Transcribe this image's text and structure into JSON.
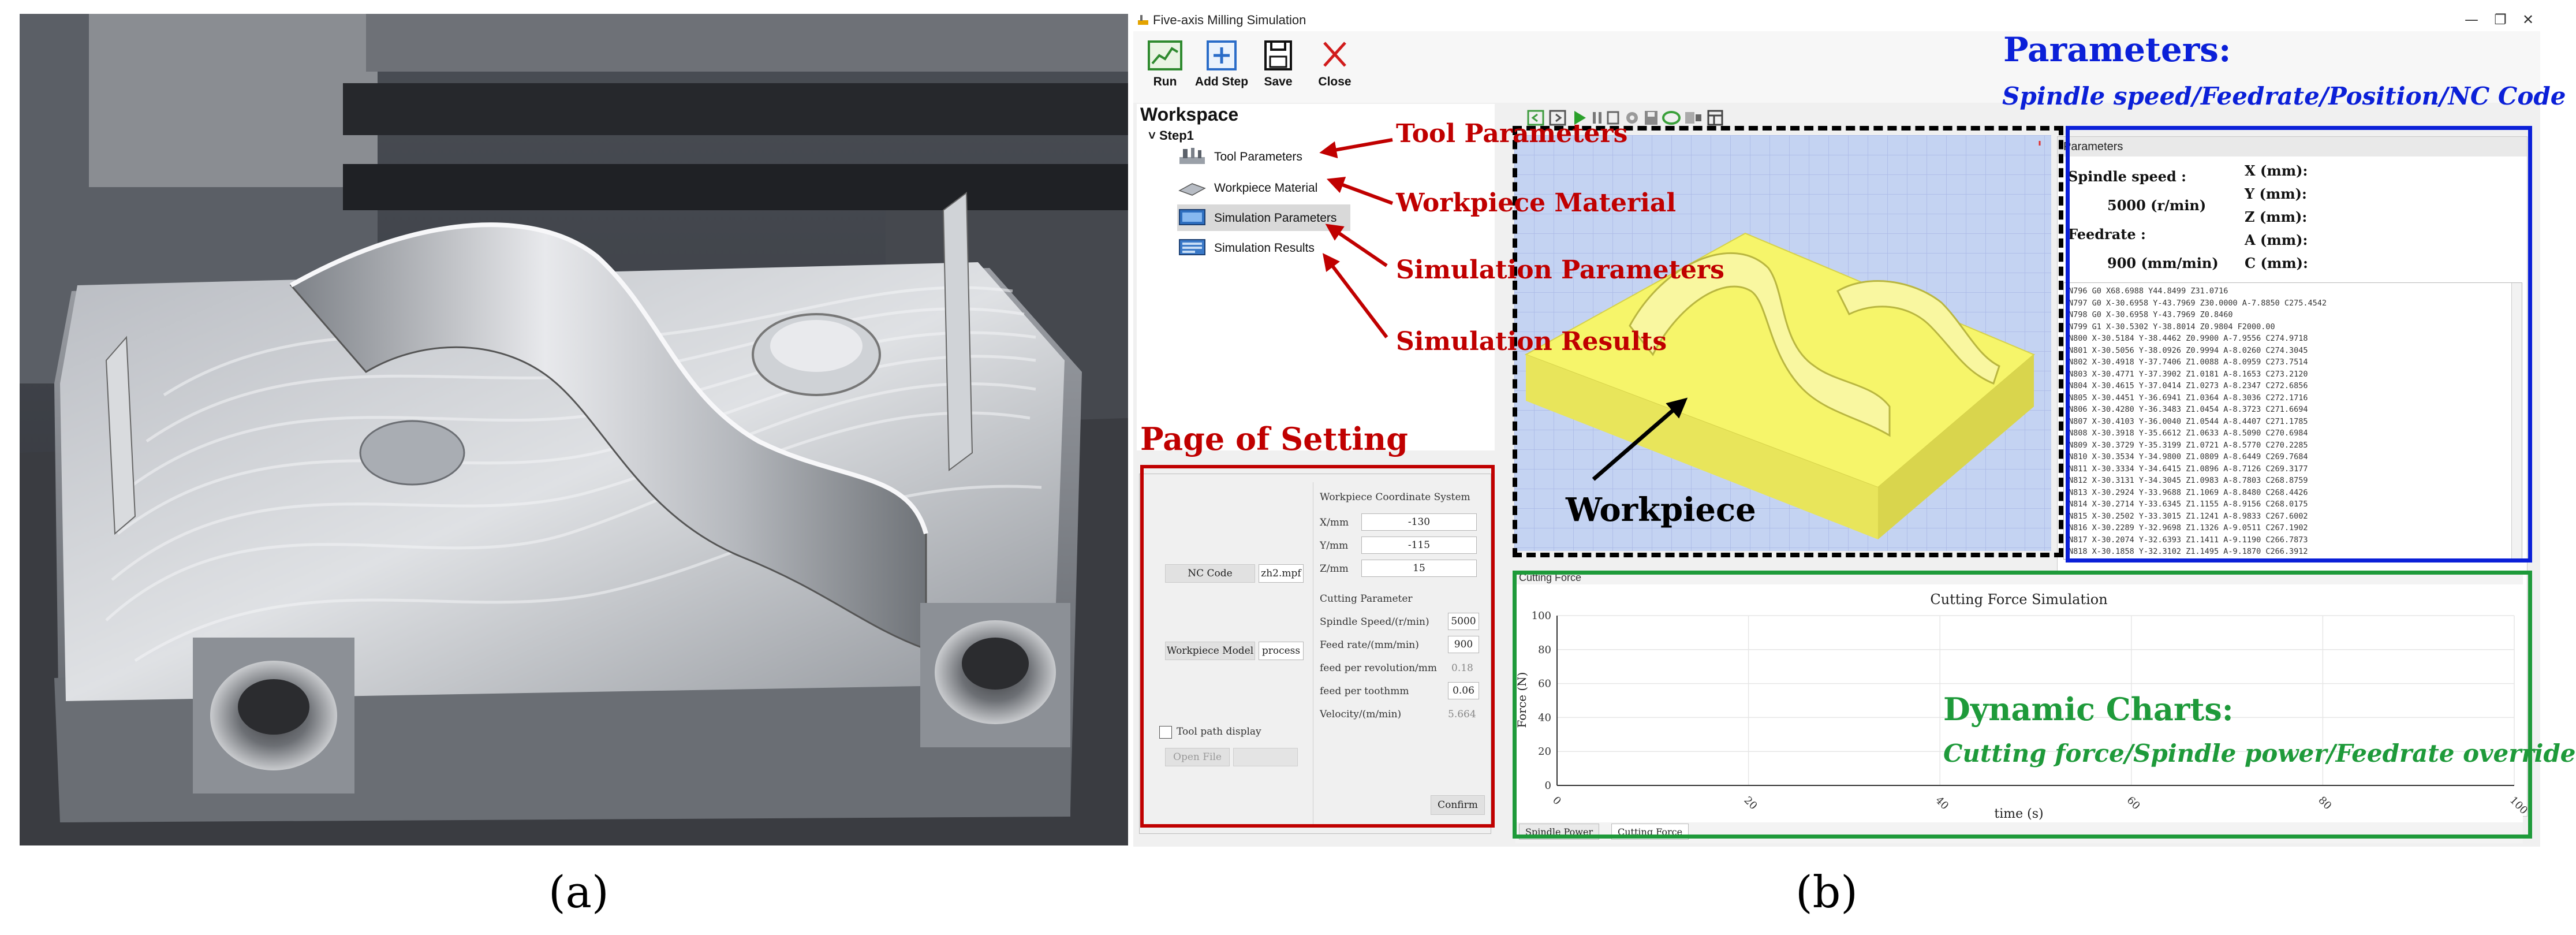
{
  "captions": {
    "a": "(a)",
    "b": "(b)"
  },
  "window": {
    "title": "Five-axis Milling Simulation",
    "controls": {
      "minimize": "—",
      "restore": "❐",
      "close": "✕"
    }
  },
  "toolbar": {
    "run": "Run",
    "add_step": "Add Step",
    "save": "Save",
    "close": "Close"
  },
  "tree": {
    "root": "Workspace",
    "step": "Step1",
    "items": [
      {
        "label": "Tool Parameters",
        "icon": "tool-icon"
      },
      {
        "label": "Workpiece Material",
        "icon": "workpiece-material-icon"
      },
      {
        "label": "Simulation Parameters",
        "icon": "simulation-parameters-icon",
        "selected": true
      },
      {
        "label": "Simulation Results",
        "icon": "simulation-results-icon"
      }
    ]
  },
  "params_pane": {
    "header": "Parameters",
    "spindle_label": "Spindle speed :",
    "spindle_value": "5000 (r/min)",
    "feed_label": "Feedrate :",
    "feed_value": "900 (mm/min)",
    "axes": [
      "X (mm):",
      "Y (mm):",
      "Z (mm):",
      "A (mm):",
      "C (mm):"
    ]
  },
  "nc_code": [
    "N796 G0 X68.6988 Y44.8499 Z31.0716",
    "N797 G0 X-30.6958 Y-43.7969 Z30.0000 A-7.8850 C275.4542",
    "N798 G0 X-30.6958 Y-43.7969 Z0.8460",
    "N799 G1 X-30.5302 Y-38.8014 Z0.9804 F2000.00",
    "N800 X-30.5184 Y-38.4462 Z0.9900 A-7.9556 C274.9718",
    "N801 X-30.5056 Y-38.0926 Z0.9994 A-8.0260 C274.3045",
    "N802 X-30.4918 Y-37.7406 Z1.0088 A-8.0959 C273.7514",
    "N803 X-30.4771 Y-37.3902 Z1.0181 A-8.1653 C273.2120",
    "N804 X-30.4615 Y-37.0414 Z1.0273 A-8.2347 C272.6856",
    "N805 X-30.4451 Y-36.6941 Z1.0364 A-8.3036 C272.1716",
    "N806 X-30.4280 Y-36.3483 Z1.0454 A-8.3723 C271.6694",
    "N807 X-30.4103 Y-36.0040 Z1.0544 A-8.4407 C271.1785",
    "N808 X-30.3918 Y-35.6612 Z1.0633 A-8.5090 C270.6984",
    "N809 X-30.3729 Y-35.3199 Z1.0721 A-8.5770 C270.2285",
    "N810 X-30.3534 Y-34.9800 Z1.0809 A-8.6449 C269.7684",
    "N811 X-30.3334 Y-34.6415 Z1.0896 A-8.7126 C269.3177",
    "N812 X-30.3131 Y-34.3045 Z1.0983 A-8.7803 C268.8759",
    "N813 X-30.2924 Y-33.9688 Z1.1069 A-8.8480 C268.4426",
    "N814 X-30.2714 Y-33.6345 Z1.1155 A-8.9156 C268.0175",
    "N815 X-30.2502 Y-33.3015 Z1.1241 A-8.9833 C267.6002",
    "N816 X-30.2289 Y-32.9698 Z1.1326 A-9.0511 C267.1902",
    "N817 X-30.2074 Y-32.6393 Z1.1411 A-9.1190 C266.7873",
    "N818 X-30.1858 Y-32.3102 Z1.1495 A-9.1870 C266.3912"
  ],
  "setting": {
    "nc_button": "NC Code",
    "nc_file": "zh2.mpf",
    "model_button": "Workpiece Model",
    "model_file": "process",
    "toolpath_label": "Tool path display",
    "open_file": "Open File",
    "wcs_title": "Workpiece Coordinate System",
    "x_label": "X/mm",
    "x_value": "-130",
    "y_label": "Y/mm",
    "y_value": "-115",
    "z_label": "Z/mm",
    "z_value": "15",
    "cutting_title": "Cutting Parameter",
    "spindle_label": "Spindle Speed/(r/min)",
    "spindle_value": "5000",
    "feed_label": "Feed rate/(mm/min)",
    "feed_value": "900",
    "fpr_label": "feed per revolution/mm",
    "fpr_value": "0.18",
    "fpt_label": "feed per toothmm",
    "fpt_value": "0.06",
    "velocity_label": "Velocity/(m/min)",
    "velocity_value": "5.664",
    "confirm": "Confirm"
  },
  "chart_pane": {
    "title": "Cutting Force",
    "tabs": [
      "Spindle Power",
      "Cutting Force"
    ]
  },
  "chart_data": {
    "type": "line",
    "title": "Cutting Force Simulation",
    "xlabel": "time (s)",
    "ylabel": "Force (N)",
    "xlim": [
      0,
      100
    ],
    "ylim": [
      0,
      100
    ],
    "xticks": [
      0,
      20,
      40,
      60,
      80,
      100
    ],
    "yticks": [
      0,
      20,
      40,
      60,
      80,
      100
    ],
    "grid": true,
    "series": []
  },
  "annotations": {
    "tool_parameters": "Tool Parameters",
    "workpiece_material": "Workpiece Material",
    "simulation_parameters": "Simulation Parameters",
    "simulation_results": "Simulation Results",
    "page_of_setting": "Page of Setting",
    "workpiece": "Workpiece",
    "parameters_title": "Parameters:",
    "parameters_sub": "Spindle speed/Feedrate/Position/NC Code",
    "charts_title": "Dynamic Charts:",
    "charts_sub": "Cutting force/Spindle power/Feedrate override",
    "colors": {
      "red": "#c00000",
      "blue": "#0b20d8",
      "green": "#1e9a3a",
      "black": "#000000"
    }
  }
}
